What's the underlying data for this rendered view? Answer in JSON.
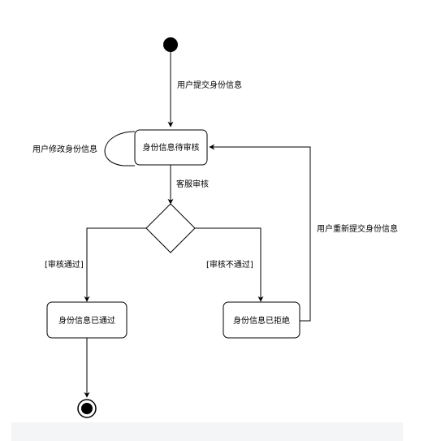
{
  "nodes": {
    "pending_review": "身份信息待审核",
    "approved": "身份信息已通过",
    "rejected": "身份信息已拒绝"
  },
  "edges": {
    "submit": "用户提交身份信息",
    "modify": "用户修改身份信息",
    "review": "客服审核",
    "pass": "[审核通过]",
    "fail": "[审核不通过]",
    "resubmit": "用户重新提交身份信息"
  },
  "colors": {
    "stroke": "#000000",
    "fill": "#ffffff",
    "footer": "#f4f5f7"
  }
}
